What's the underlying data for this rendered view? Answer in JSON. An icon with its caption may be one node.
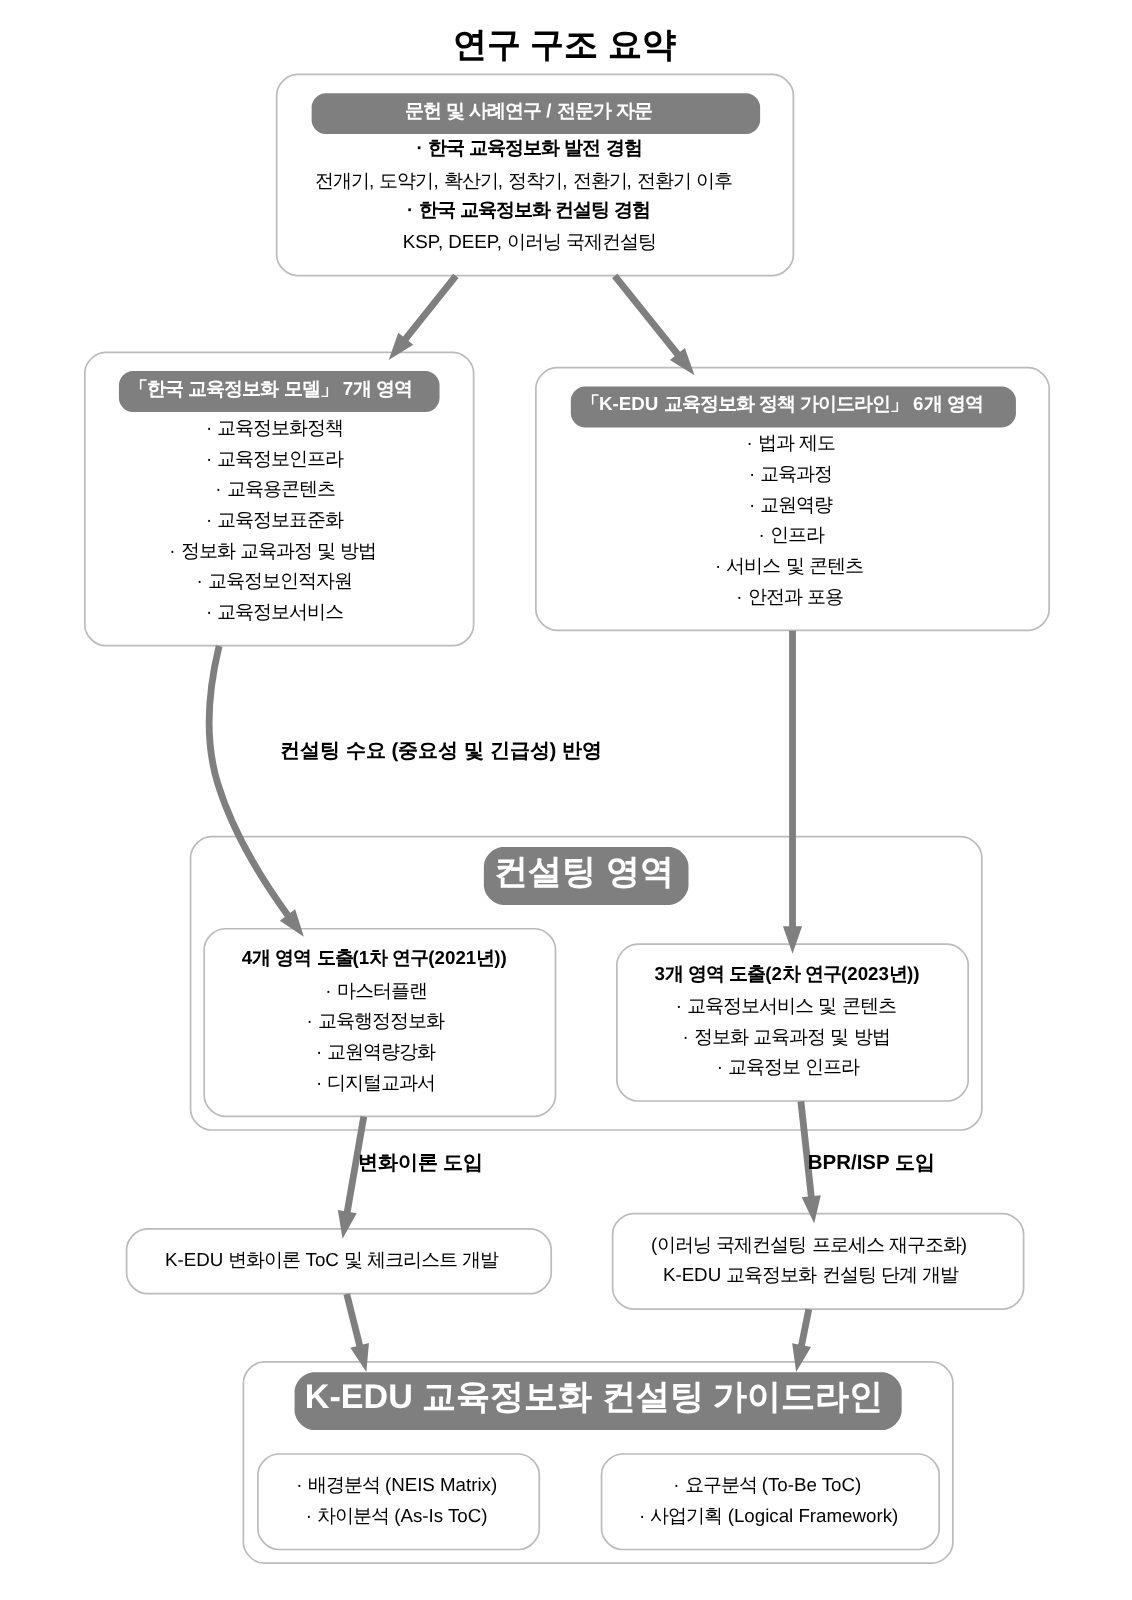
{
  "diagram": {
    "title": "연구 구조 요약",
    "nodes": [
      {
        "text": [
          "문헌 및 사례연구 / 전문가 자문",
          "· 한국 교육정보화 발전 경험",
          "전개기, 도약기, 확산기, 정착기, 전환기, 전환기 이후",
          "· 한국 교육정보화 컨설팅 경험",
          "KSP, DEEP, 이러닝 국제컨설팅"
        ]
      },
      {
        "text": [
          "「한국 교육정보화 모델」 7개 영역",
          "· 교육정보화정책",
          "· 교육정보인프라",
          "· 교육용콘텐츠",
          "· 교육정보표준화",
          "· 정보화 교육과정 및 방법",
          "· 교육정보인적자원",
          "· 교육정보서비스"
        ]
      },
      {
        "text": [
          "「K-EDU 교육정보화 정책 가이드라인」 6개 영역",
          "· 법과 제도",
          "· 교육과정",
          "· 교원역량",
          "· 인프라",
          "· 서비스 및 콘텐츠",
          "· 안전과 포용"
        ]
      },
      {
        "text": [
          "컨설팅 영역"
        ]
      },
      {
        "text": [
          "4개 영역 도출(1차 연구(2021년))",
          "· 마스터플랜",
          "· 교육행정정보화",
          "· 교원역량강화",
          "· 디지털교과서"
        ],
        "in": 3
      },
      {
        "text": [
          "3개 영역 도출(2차 연구(2023년))",
          "· 교육정보서비스 및 콘텐츠",
          "· 정보화 교육과정 및 방법",
          "· 교육정보 인프라"
        ],
        "in": 3
      },
      {
        "text": [
          "K-EDU 변화이론 ToC 및 체크리스트 개발"
        ]
      },
      {
        "text": [
          "(이러닝 국제컨설팅 프로세스 재구조화)",
          "K-EDU 교육정보화 컨설팅 단계 개발"
        ]
      },
      {
        "text": [
          "K-EDU 교육정보화 컨설팅 가이드라인"
        ]
      },
      {
        "text": [
          "· 배경분석 (NEIS Matrix)",
          "· 차이분석 (As-Is ToC)"
        ],
        "in": 8
      },
      {
        "text": [
          "· 요구분석 (To-Be ToC)",
          "· 사업기획 (Logical Framework)"
        ],
        "in": 8
      }
    ],
    "edges": [
      {
        "from": 0,
        "to": 1,
        "arrow": "to"
      },
      {
        "from": 0,
        "to": 2,
        "arrow": "to"
      },
      {
        "from": 1,
        "to": 4,
        "arrow": "to"
      },
      {
        "from": 2,
        "to": 5,
        "arrow": "to"
      },
      {
        "from": 4,
        "to": 6,
        "arrow": "to",
        "label": "변화이론 도입"
      },
      {
        "from": 5,
        "to": 7,
        "arrow": "to",
        "label": "BPR/ISP 도입"
      },
      {
        "from": 6,
        "to": 8,
        "arrow": "to"
      },
      {
        "from": 7,
        "to": 8,
        "arrow": "to"
      }
    ],
    "labels": [
      "컨설팅 수요 (중요성 및 긴급성) 반영"
    ]
  }
}
